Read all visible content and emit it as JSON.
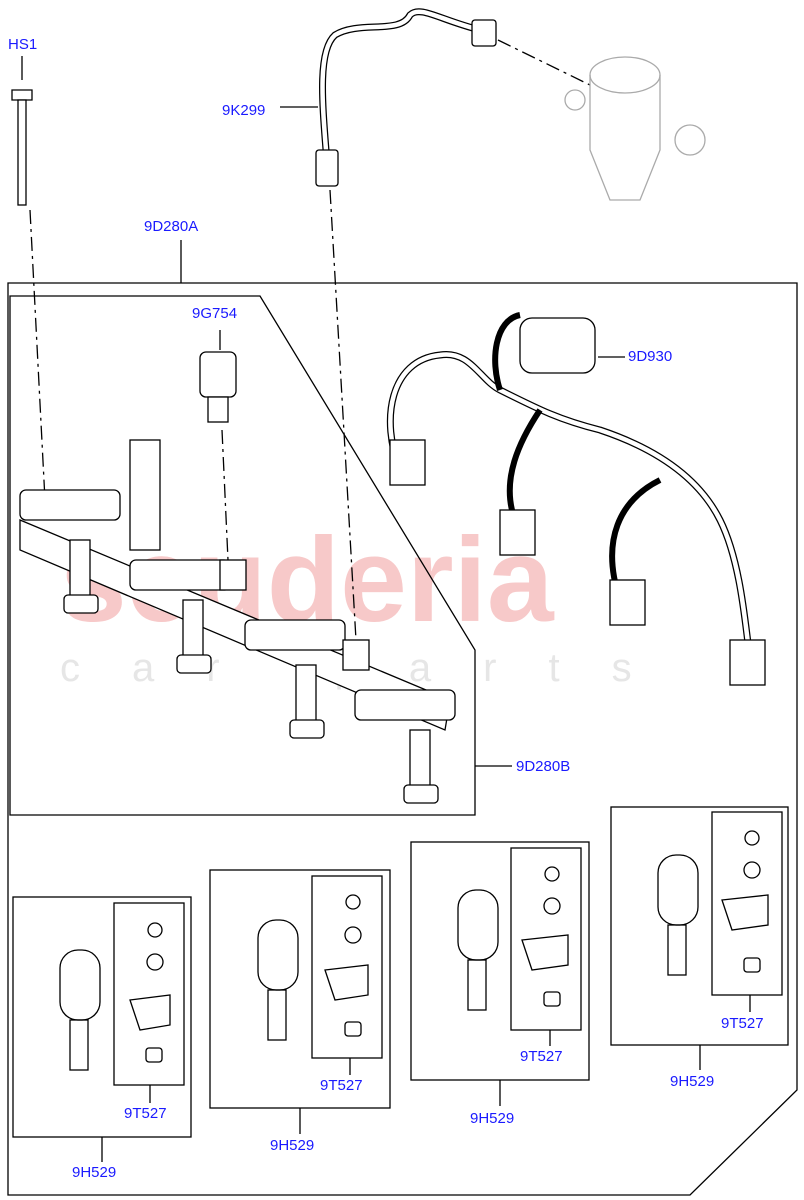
{
  "watermark": {
    "brand": "scuderia",
    "sub": "car parts"
  },
  "colors": {
    "label": "#1a1aff",
    "line": "#000000",
    "watermark": "#f7c9c9"
  },
  "labels": {
    "hs1": "HS1",
    "pipe": "9K299",
    "rail_assembly": "9D280A",
    "pressure_sensor": "9G754",
    "harness": "9D930",
    "fuel_rail": "9D280B",
    "seal_kit_1": "9T527",
    "seal_kit_2": "9T527",
    "seal_kit_3": "9T527",
    "seal_kit_4": "9T527",
    "injector_1": "9H529",
    "injector_2": "9H529",
    "injector_3": "9H529",
    "injector_4": "9H529"
  }
}
